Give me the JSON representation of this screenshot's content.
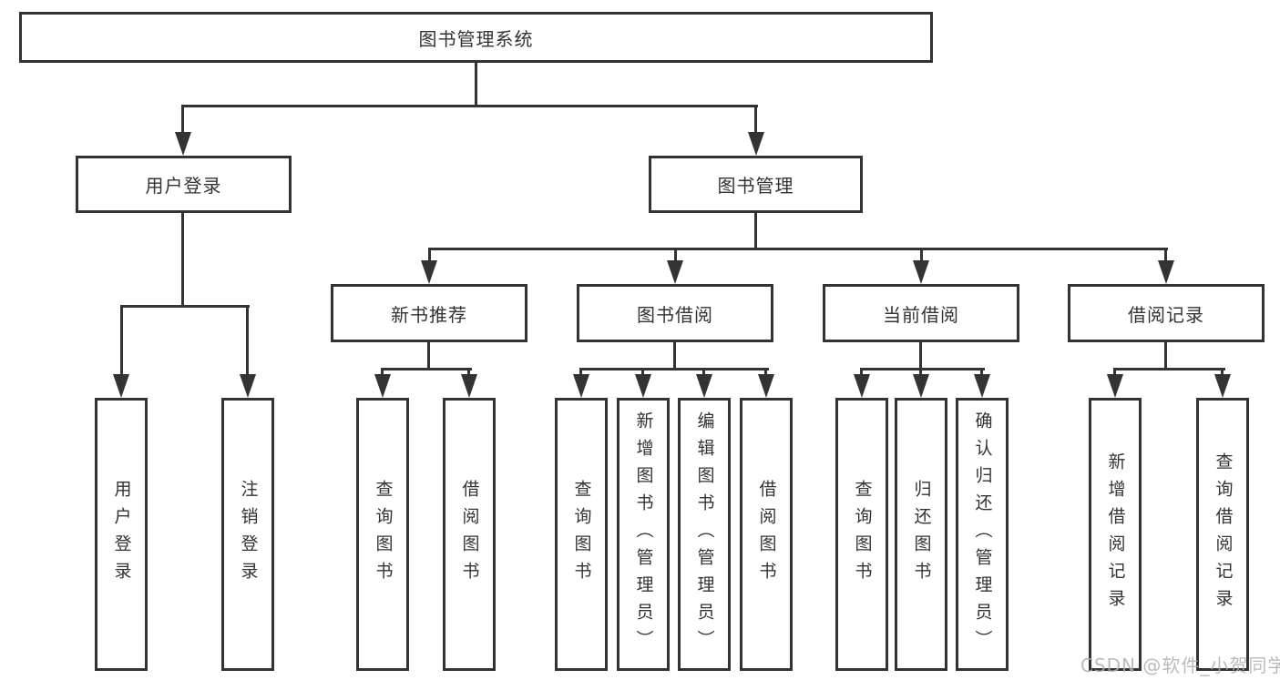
{
  "diagram": {
    "root": "图书管理系统",
    "level2": [
      "用户登录",
      "图书管理"
    ],
    "level3": [
      "新书推荐",
      "图书借阅",
      "当前借阅",
      "借阅记录"
    ],
    "leaves": {
      "user": [
        "用户登录",
        "注销登录"
      ],
      "recommend": [
        "查询图书",
        "借阅图书"
      ],
      "borrow": [
        "查询图书",
        "新增图书（管理员）",
        "编辑图书（管理员）",
        "借阅图书"
      ],
      "current": [
        "查询图书",
        "归还图书",
        "确认归还（管理员）"
      ],
      "records": [
        "新增借阅记录",
        "查询借阅记录"
      ]
    }
  },
  "watermark": "CSDN @软件_小贺同学",
  "colors": {
    "line": "#333333",
    "text": "#333333",
    "background": "#ffffff",
    "watermark": "#afafaf"
  }
}
